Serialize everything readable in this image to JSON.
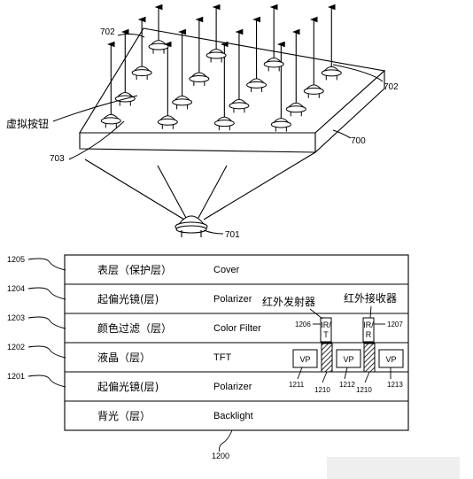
{
  "figure_top": {
    "labels": {
      "ref_702a": "702",
      "ref_702b": "702",
      "virtual_button": "虚拟按钮",
      "ref_703": "703",
      "ref_700": "700",
      "ref_701": "701"
    }
  },
  "figure_bottom": {
    "ref_stack": "1200",
    "layers": [
      {
        "ref": "1205",
        "zh": "表层（保护层）",
        "en": "Cover"
      },
      {
        "ref": "1204",
        "zh": "起偏光镜(层)",
        "en": "Polarizer"
      },
      {
        "ref": "1203",
        "zh": "颜色过滤（层）",
        "en": "Color Filter"
      },
      {
        "ref": "1202",
        "zh": "液晶（层）",
        "en": "TFT"
      },
      {
        "ref": "1201",
        "zh": "起偏光镜(层)",
        "en": "Polarizer"
      },
      {
        "ref": "",
        "zh": "背光（层）",
        "en": "Backlight"
      }
    ],
    "ir_emitter": {
      "label": "红外发射器",
      "text": "IR/T",
      "ref": "1206"
    },
    "ir_receiver": {
      "label": "红外接收器",
      "text": "IR/R",
      "ref": "1207"
    },
    "vp": [
      {
        "text": "VP",
        "ref": "1211"
      },
      {
        "text": "VP",
        "ref": "1212"
      },
      {
        "text": "VP",
        "ref": "1213"
      }
    ],
    "refs_1210": [
      "1210",
      "1210"
    ]
  }
}
